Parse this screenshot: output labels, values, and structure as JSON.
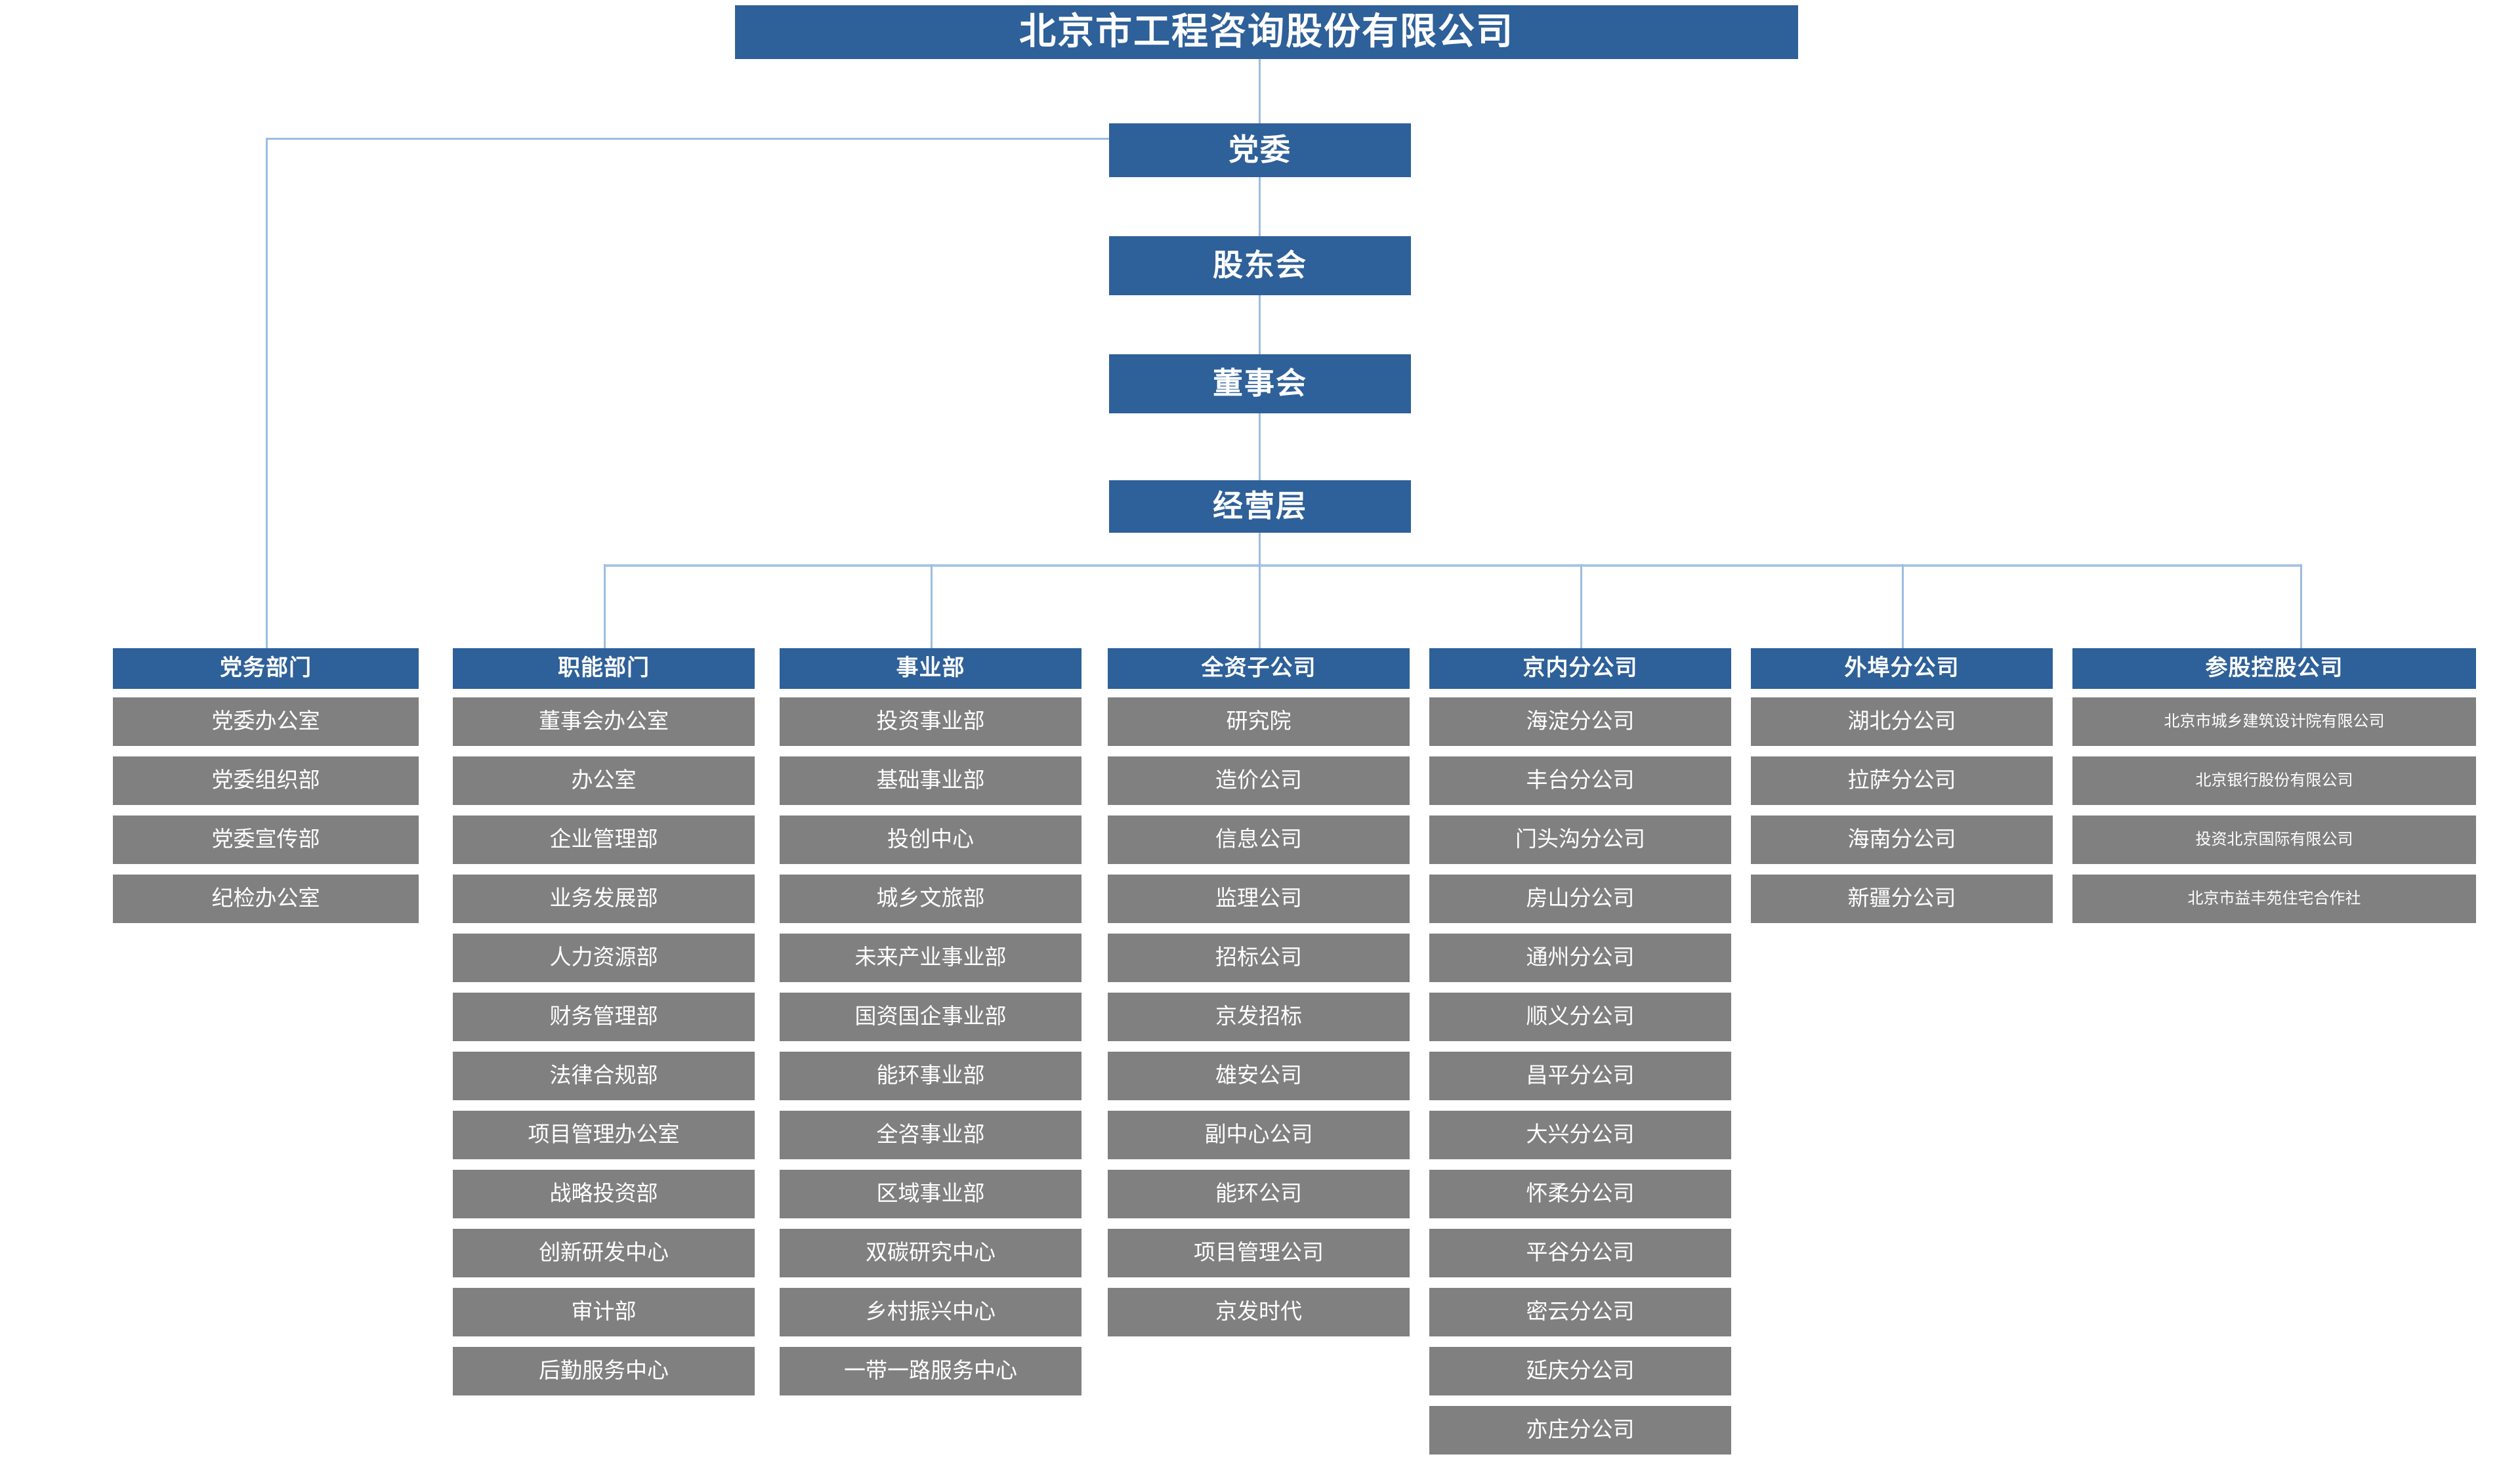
{
  "chart_title": "北京市工程咨询股份有限公司",
  "colors": {
    "header_blue": "#2E6099",
    "leaf_gray": "#808080",
    "connector": "#9cbde0",
    "text": "#FFFFFF",
    "background": "#FFFFFF"
  },
  "root": {
    "label": "北京市工程咨询股份有限公司"
  },
  "spine": [
    {
      "label": "党委"
    },
    {
      "label": "股东会"
    },
    {
      "label": "董事会"
    },
    {
      "label": "经营层"
    }
  ],
  "columns": [
    {
      "header": "党务部门",
      "items": [
        "党委办公室",
        "党委组织部",
        "党委宣传部",
        "纪检办公室"
      ]
    },
    {
      "header": "职能部门",
      "items": [
        "董事会办公室",
        "办公室",
        "企业管理部",
        "业务发展部",
        "人力资源部",
        "财务管理部",
        "法律合规部",
        "项目管理办公室",
        "战略投资部",
        "创新研发中心",
        "审计部",
        "后勤服务中心"
      ]
    },
    {
      "header": "事业部",
      "items": [
        "投资事业部",
        "基础事业部",
        "投创中心",
        "城乡文旅部",
        "未来产业事业部",
        "国资国企事业部",
        "能环事业部",
        "全咨事业部",
        "区域事业部",
        "双碳研究中心",
        "乡村振兴中心",
        "一带一路服务中心"
      ]
    },
    {
      "header": "全资子公司",
      "items": [
        "研究院",
        "造价公司",
        "信息公司",
        "监理公司",
        "招标公司",
        "京发招标",
        "雄安公司",
        "副中心公司",
        "能环公司",
        "项目管理公司",
        "京发时代"
      ]
    },
    {
      "header": "京内分公司",
      "items": [
        "海淀分公司",
        "丰台分公司",
        "门头沟分公司",
        "房山分公司",
        "通州分公司",
        "顺义分公司",
        "昌平分公司",
        "大兴分公司",
        "怀柔分公司",
        "平谷分公司",
        "密云分公司",
        "延庆分公司",
        "亦庄分公司"
      ]
    },
    {
      "header": "外埠分公司",
      "items": [
        "湖北分公司",
        "拉萨分公司",
        "海南分公司",
        "新疆分公司"
      ]
    },
    {
      "header": "参股控股公司",
      "items": [
        "北京市城乡建筑设计院有限公司",
        "北京银行股份有限公司",
        "投资北京国际有限公司",
        "北京市益丰苑住宅合作社"
      ]
    }
  ]
}
